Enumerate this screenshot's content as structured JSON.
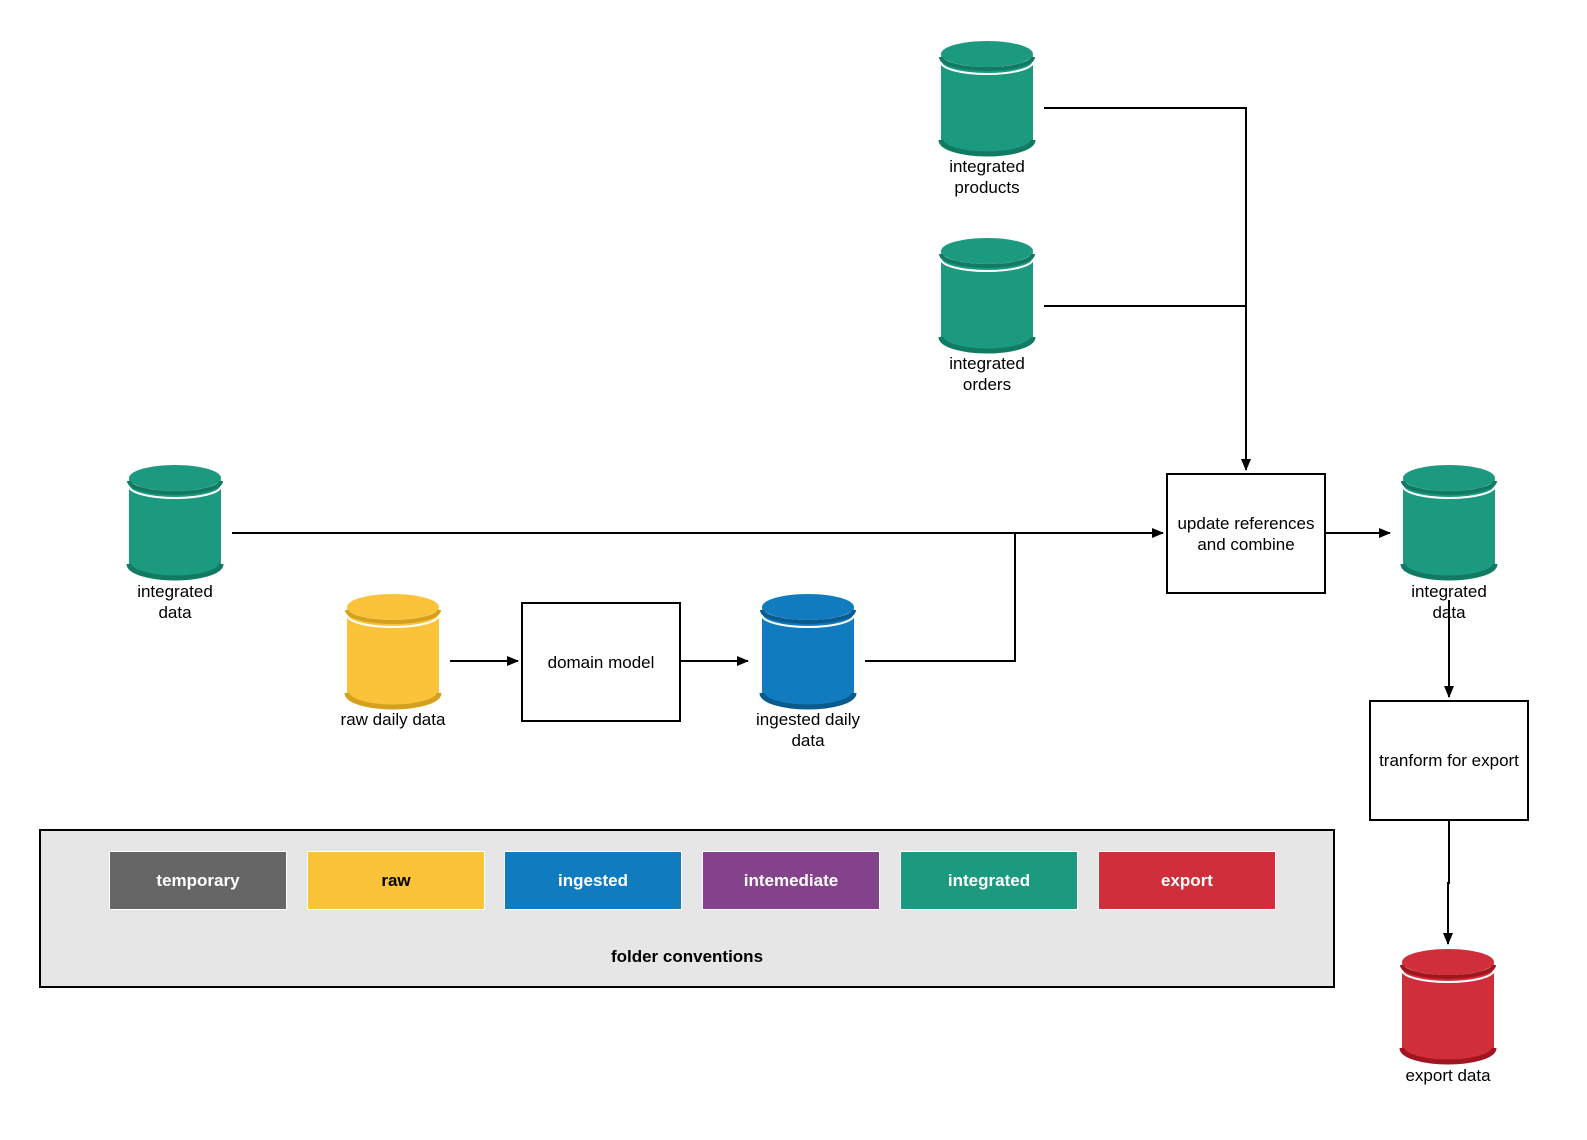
{
  "colors": {
    "temporary": "#666666",
    "raw": "#fbc33a",
    "ingested": "#107cbf",
    "intermediate": "#84418c",
    "integrated": "#1c9a80",
    "export": "#cf2e3a"
  },
  "nodes": {
    "integrated_products": {
      "label_line1": "integrated",
      "label_line2": "products"
    },
    "integrated_orders": {
      "label_line1": "integrated",
      "label_line2": "orders"
    },
    "integrated_data_left": {
      "label_line1": "integrated",
      "label_line2": "data"
    },
    "raw_daily_data": {
      "label": "raw daily data"
    },
    "domain_model": {
      "label": "domain model"
    },
    "ingested_daily_data": {
      "label_line1": "ingested daily",
      "label_line2": "data"
    },
    "update_references": {
      "label_line1": "update references",
      "label_line2": "and combine"
    },
    "integrated_data_right": {
      "label_line1": "integrated",
      "label_line2": "data"
    },
    "transform_for_export": {
      "label": "tranform for export"
    },
    "export_data": {
      "label": "export data"
    }
  },
  "legend": {
    "title": "folder conventions",
    "items": [
      {
        "key": "temporary",
        "label": "temporary"
      },
      {
        "key": "raw",
        "label": "raw"
      },
      {
        "key": "ingested",
        "label": "ingested"
      },
      {
        "key": "intermediate",
        "label": "intemediate"
      },
      {
        "key": "integrated",
        "label": "integrated"
      },
      {
        "key": "export",
        "label": "export"
      }
    ]
  }
}
